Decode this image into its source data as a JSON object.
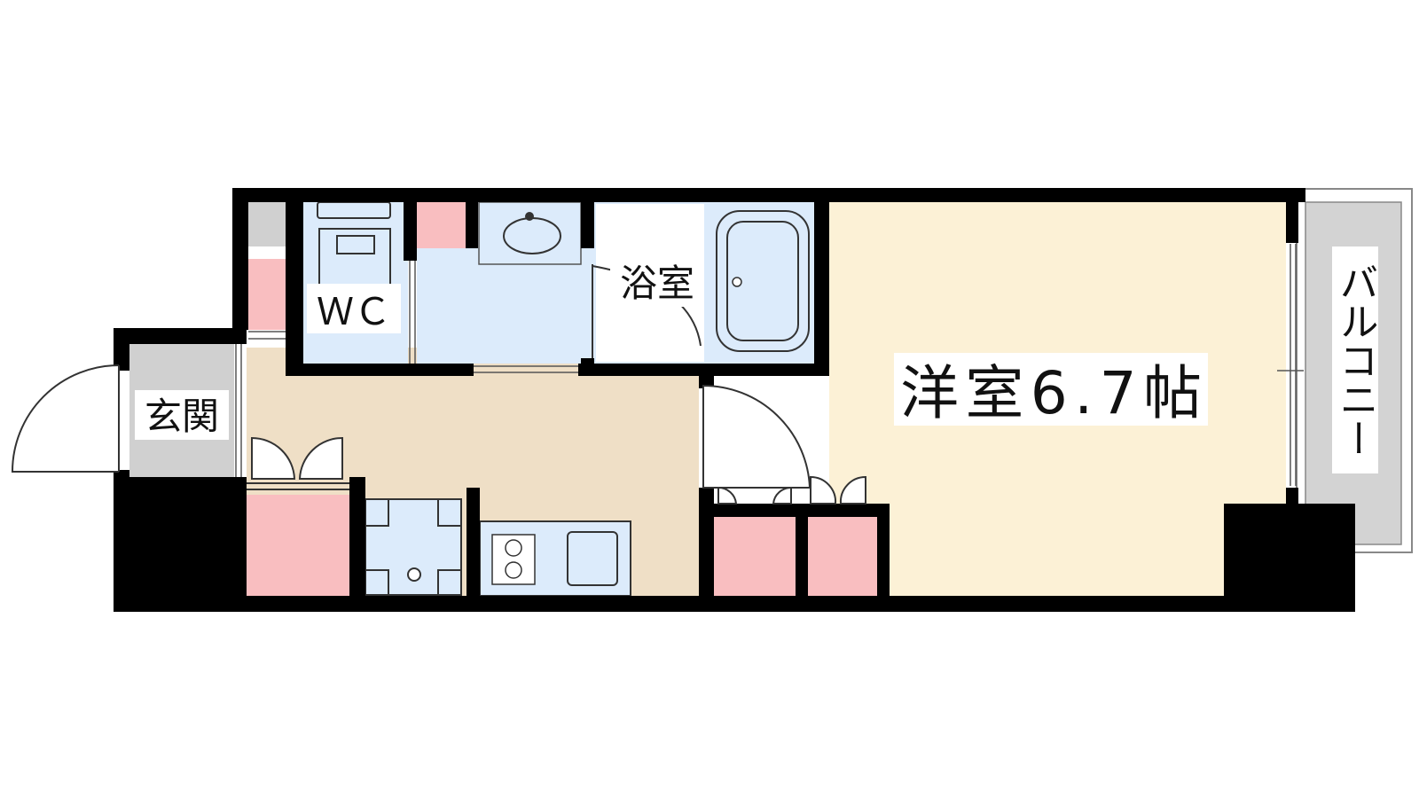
{
  "rooms": {
    "entrance": "玄関",
    "wc": "ＷＣ",
    "bath": "浴室",
    "western_room": "洋室6.7帖",
    "balcony": "バルコニー"
  },
  "colors": {
    "wall": "#000000",
    "floor_kitchen": "#efdfc6",
    "floor_room": "#fcf1d6",
    "water_area": "#dcebfb",
    "storage": "#f9bec0",
    "entrance_floor": "#d0d0d0",
    "balcony_floor": "#d3d3d3"
  }
}
